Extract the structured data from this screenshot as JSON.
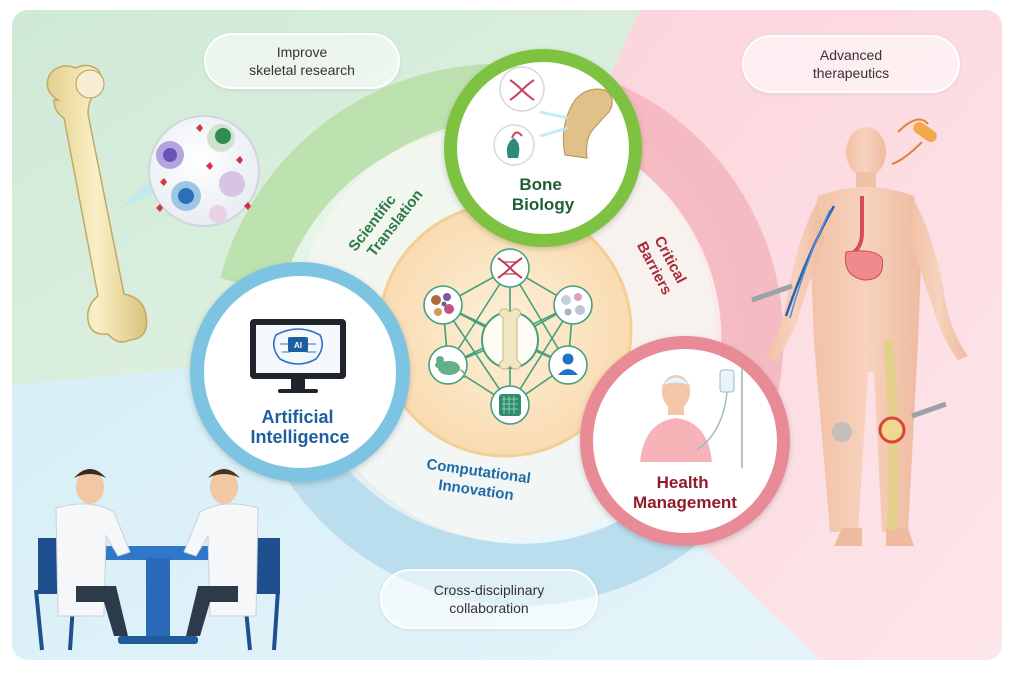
{
  "goals": {
    "top_left": "Improve\nskeletal research",
    "top_right": "Advanced\ntherapeutics",
    "bottom": "Cross-disciplinary\ncollaboration"
  },
  "nodes": {
    "bone_biology": [
      "Bone",
      "Biology"
    ],
    "artificial_intelligence": [
      "Artificial",
      "Intelligence"
    ],
    "health_management": [
      "Health",
      "Management"
    ]
  },
  "arcs": {
    "scientific_translation": "Scientific Translation",
    "critical_barriers": "Critical Barriers",
    "computational_innovation": "Computational Innovation"
  },
  "labels": {
    "ai_chip": "AI"
  },
  "colors": {
    "green_region": "#d6eede",
    "pink_region": "#fbdde2",
    "blue_region": "#d8eef6",
    "bone_ring": "#7dc23f",
    "ai_ring": "#58b6d9",
    "health_ring": "#e07f8c",
    "bone_text": "#1f5f36",
    "ai_text": "#1f5fa0",
    "health_text": "#8f1c2c",
    "core_fill": "#fbe2bd"
  },
  "icons": {
    "bone_detail": "femur-bone-icon",
    "cells": "immune-cells-icon",
    "human_body": "human-body-icon",
    "doctors": "doctors-meeting-icon",
    "monitor": "ai-monitor-icon",
    "patient": "patient-iv-icon"
  }
}
